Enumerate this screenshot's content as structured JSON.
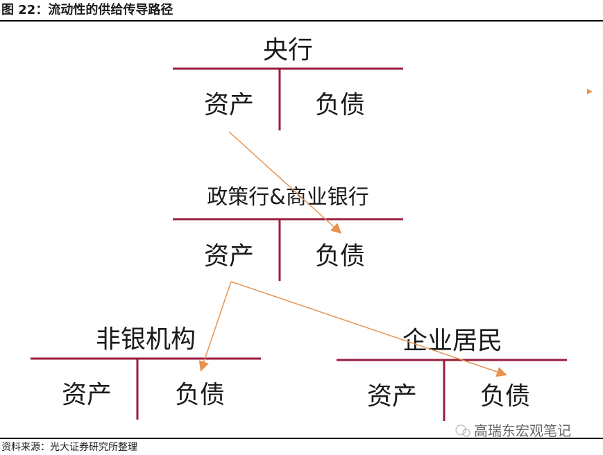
{
  "title": "图 22：流动性的供给传导路径",
  "source": "资料来源：光大证券研究所整理",
  "watermark": "高瑞东宏观笔记",
  "colors": {
    "account_line": "#9a1c3c",
    "arrow": "#e8924e",
    "rule": "#000000"
  },
  "accounts": [
    {
      "name": "央行",
      "assets": "资产",
      "liabilities": "负债"
    },
    {
      "name": "政策行&商业银行",
      "assets": "资产",
      "liabilities": "负债"
    },
    {
      "name": "非银机构",
      "assets": "资产",
      "liabilities": "负债"
    },
    {
      "name": "企业居民",
      "assets": "资产",
      "liabilities": "负债"
    }
  ],
  "flows": [
    {
      "from": "央行 资产",
      "to": "政策行&商业银行 负债"
    },
    {
      "from": "政策行&商业银行 资产",
      "to": "非银机构 负债"
    },
    {
      "from": "政策行&商业银行 资产",
      "to": "企业居民 负债"
    }
  ]
}
